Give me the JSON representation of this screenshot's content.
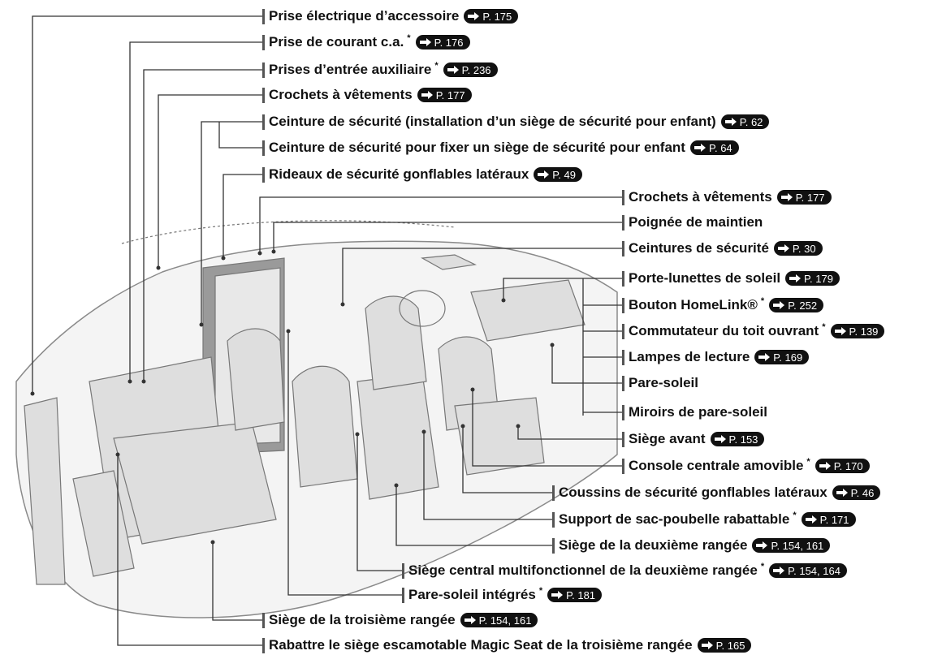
{
  "labels": [
    {
      "text": "Prise électrique d’accessoire",
      "ref": "P. 175"
    },
    {
      "text": "Prise de courant c.a.",
      "star": "*",
      "ref": "P. 176"
    },
    {
      "text": "Prises d’entrée auxiliaire",
      "star": "*",
      "ref": "P. 236"
    },
    {
      "text": "Crochets à vêtements",
      "ref": "P. 177"
    },
    {
      "text": "Ceinture de sécurité (installation d’un siège de sécurité pour enfant)",
      "ref": "P. 62"
    },
    {
      "text": "Ceinture de sécurité pour fixer un siège de sécurité pour enfant",
      "ref": "P. 64"
    },
    {
      "text": "Rideaux de sécurité gonflables latéraux",
      "ref": "P. 49"
    },
    {
      "text": "Crochets à vêtements",
      "ref": "P. 177"
    },
    {
      "text": "Poignée de maintien",
      "ref": ""
    },
    {
      "text": "Ceintures de sécurité",
      "ref": "P. 30"
    },
    {
      "text": "Porte-lunettes de soleil",
      "ref": "P. 179"
    },
    {
      "text": "Bouton HomeLink®",
      "star": "*",
      "ref": "P. 252"
    },
    {
      "text": "Commutateur du toit ouvrant",
      "star": "*",
      "ref": "P. 139"
    },
    {
      "text": "Lampes de lecture",
      "ref": "P. 169"
    },
    {
      "text": "Pare-soleil",
      "ref": ""
    },
    {
      "text": "Miroirs de pare-soleil",
      "ref": ""
    },
    {
      "text": "Siège avant",
      "ref": "P. 153"
    },
    {
      "text": "Console centrale amovible",
      "star": "*",
      "ref": "P. 170"
    },
    {
      "text": "Coussins de sécurité gonflables latéraux",
      "ref": "P. 46"
    },
    {
      "text": "Support de sac-poubelle rabattable",
      "star": "*",
      "ref": "P. 171"
    },
    {
      "text": "Siège de la deuxième rangée",
      "ref": "P. 154, 161"
    },
    {
      "text": "Siège central multifonctionnel de la deuxième rangée",
      "star": "*",
      "ref": "P. 154, 164"
    },
    {
      "text": "Pare-soleil intégrés",
      "star": "*",
      "ref": "P. 181"
    },
    {
      "text": "Siège de la troisième rangée",
      "ref": "P. 154, 161"
    },
    {
      "text": "Rabattre le siège escamotable Magic Seat de la troisième rangée",
      "ref": "P. 165"
    }
  ]
}
